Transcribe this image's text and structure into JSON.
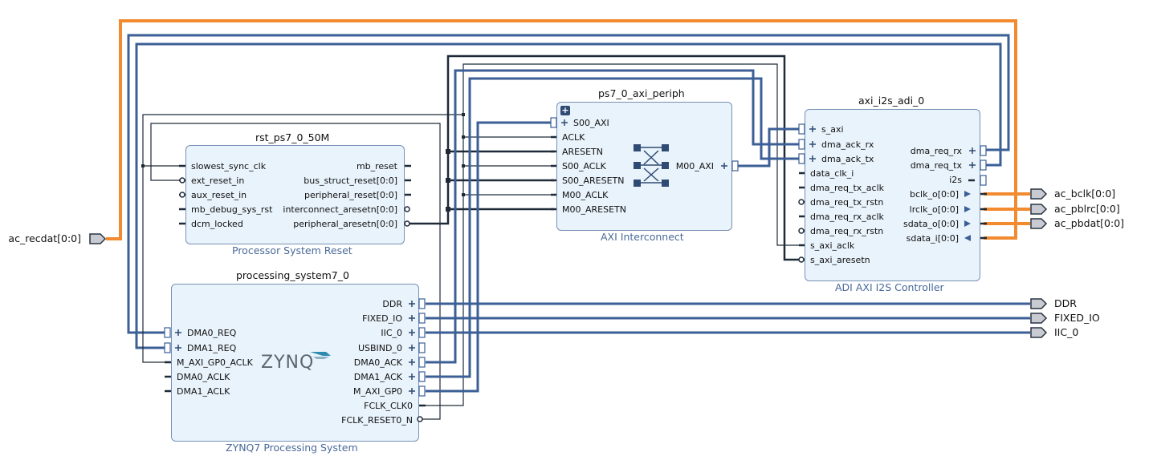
{
  "colors": {
    "bus": "#3b5f96",
    "net": "#1e2a38",
    "hl": "#f28a30",
    "block_fill": "#e9f3fb",
    "block_border": "#7791b5",
    "subtitle": "#4a6a9a"
  },
  "blocks": {
    "rst": {
      "title": "rst_ps7_0_50M",
      "subtitle": "Processor System Reset",
      "left_pins": [
        "slowest_sync_clk",
        "ext_reset_in",
        "aux_reset_in",
        "mb_debug_sys_rst",
        "dcm_locked"
      ],
      "right_pins": [
        "mb_reset",
        "bus_struct_reset[0:0]",
        "peripheral_reset[0:0]",
        "interconnect_aresetn[0:0]",
        "peripheral_aresetn[0:0]"
      ]
    },
    "ps7": {
      "title": "processing_system7_0",
      "subtitle": "ZYNQ7 Processing System",
      "logo": "ZYNQ",
      "left_pins": [
        "DMA0_REQ",
        "DMA1_REQ",
        "M_AXI_GP0_ACLK",
        "DMA0_ACLK",
        "DMA1_ACLK"
      ],
      "right_pins": [
        "DDR",
        "FIXED_IO",
        "IIC_0",
        "USBIND_0",
        "DMA0_ACK",
        "DMA1_ACK",
        "M_AXI_GP0",
        "FCLK_CLK0",
        "FCLK_RESET0_N"
      ]
    },
    "axi": {
      "title": "ps7_0_axi_periph",
      "subtitle": "AXI Interconnect",
      "left_pins": [
        "S00_AXI",
        "ACLK",
        "ARESETN",
        "S00_ACLK",
        "S00_ARESETN",
        "M00_ACLK",
        "M00_ARESETN"
      ],
      "right_pins": [
        "M00_AXI"
      ]
    },
    "i2s": {
      "title": "axi_i2s_adi_0",
      "subtitle": "ADI AXI I2S Controller",
      "left_pins": [
        "s_axi",
        "dma_ack_rx",
        "dma_ack_tx",
        "data_clk_i",
        "dma_req_tx_aclk",
        "dma_req_tx_rstn",
        "dma_req_rx_aclk",
        "dma_req_rx_rstn",
        "s_axi_aclk",
        "s_axi_aresetn"
      ],
      "right_pins": [
        "dma_req_rx",
        "dma_req_tx",
        "i2s",
        "bclk_o[0:0]",
        "lrclk_o[0:0]",
        "sdata_o[0:0]",
        "sdata_i[0:0]"
      ]
    }
  },
  "ports": {
    "input": [
      "ac_recdat[0:0]"
    ],
    "output": [
      "ac_bclk[0:0]",
      "ac_pblrc[0:0]",
      "ac_pbdat[0:0]",
      "DDR",
      "FIXED_IO",
      "IIC_0"
    ]
  }
}
